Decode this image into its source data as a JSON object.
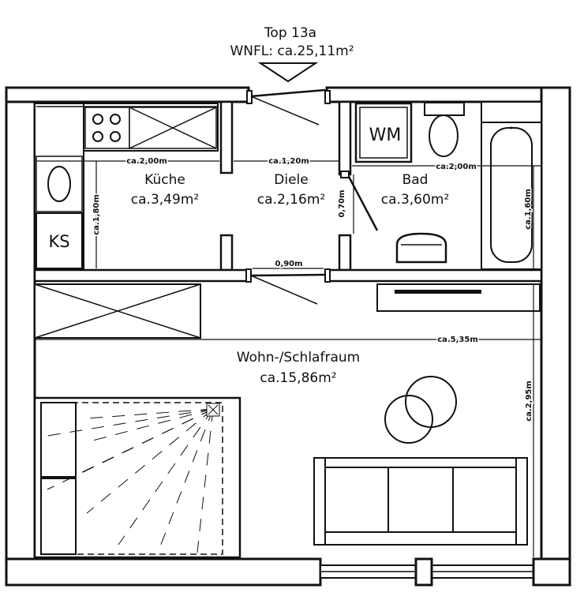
{
  "header": {
    "unit": "Top 13a",
    "total_area": "WNFL: ca.25,11m²"
  },
  "rooms": {
    "kitchen": {
      "name": "Küche",
      "area": "ca.3,49m²"
    },
    "hall": {
      "name": "Diele",
      "area": "ca.2,16m²"
    },
    "bath": {
      "name": "Bad",
      "area": "ca.3,60m²"
    },
    "living": {
      "name": "Wohn-/Schlafraum",
      "area": "ca.15,86m²"
    }
  },
  "fixtures": {
    "washer": "WM",
    "fridge": "KS"
  },
  "dimensions": {
    "kitchen_width": "ca.2,00m",
    "kitchen_depth": "ca.1,80m",
    "hall_width": "ca.1,20m",
    "hall_door": "0,70m",
    "bath_width": "ca.2,00m",
    "bath_depth": "ca.1,60m",
    "entry_door": "0,90m",
    "living_width": "ca.5,35m",
    "living_depth": "ca.2,95m"
  }
}
